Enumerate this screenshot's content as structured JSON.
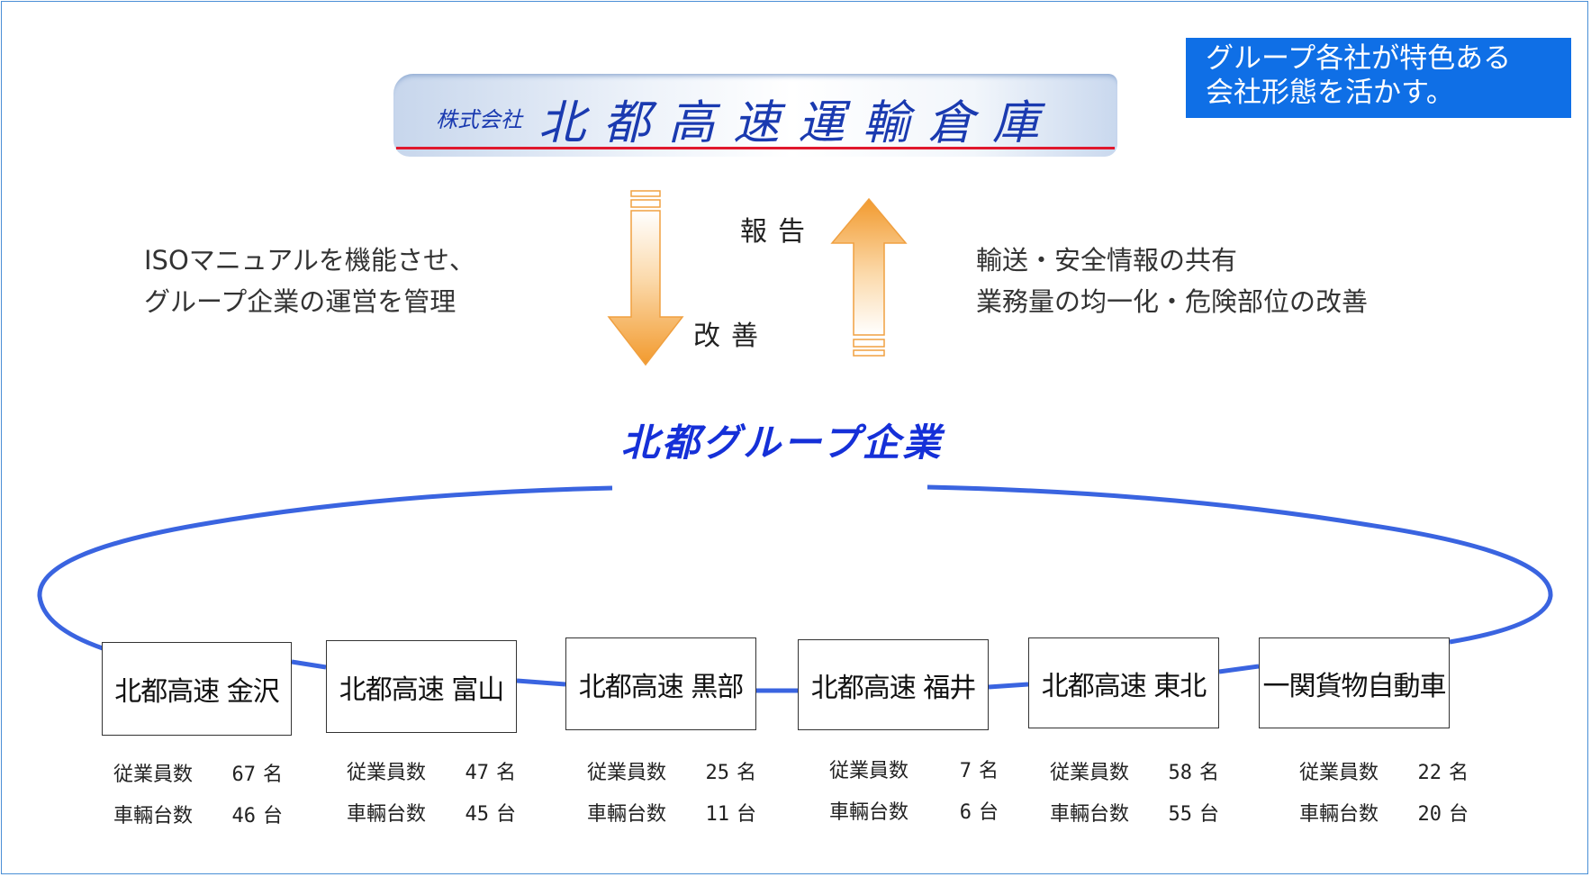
{
  "callout": {
    "line1": "グループ各社が特色ある",
    "line2": "会社形態を活かす。",
    "color": "#0f6fe6"
  },
  "headquarters": {
    "prefix": "株式会社",
    "name": "北都高速運輸倉庫",
    "accent_line_color": "#e0182d"
  },
  "flow": {
    "report_label": "報告",
    "improve_label": "改善",
    "arrow_color": "#f29a2e"
  },
  "left_text": {
    "line1": "ISOマニュアルを機能させ、",
    "line2": "グループ企業の運営を管理"
  },
  "right_text": {
    "line1": "輸送・安全情報の共有",
    "line2": "業務量の均一化・危険部位の改善"
  },
  "group_title": "北都グループ企業",
  "ring_color": "#3a64e0",
  "companies": [
    {
      "name": "北都高速 金沢",
      "employees_label": "従業員数",
      "employees": "67",
      "employees_unit": "名",
      "vehicles_label": "車輛台数",
      "vehicles": "46",
      "vehicles_unit": "台"
    },
    {
      "name": "北都高速 富山",
      "employees_label": "従業員数",
      "employees": "47",
      "employees_unit": "名",
      "vehicles_label": "車輛台数",
      "vehicles": "45",
      "vehicles_unit": "台"
    },
    {
      "name": "北都高速 黒部",
      "employees_label": "従業員数",
      "employees": "25",
      "employees_unit": "名",
      "vehicles_label": "車輛台数",
      "vehicles": "11",
      "vehicles_unit": "台"
    },
    {
      "name": "北都高速 福井",
      "employees_label": "従業員数",
      "employees": "7",
      "employees_unit": "名",
      "vehicles_label": "車輛台数",
      "vehicles": "6",
      "vehicles_unit": "台"
    },
    {
      "name": "北都高速 東北",
      "employees_label": "従業員数",
      "employees": "58",
      "employees_unit": "名",
      "vehicles_label": "車輛台数",
      "vehicles": "55",
      "vehicles_unit": "台"
    },
    {
      "name": "一関貨物自動車",
      "employees_label": "従業員数",
      "employees": "22",
      "employees_unit": "名",
      "vehicles_label": "車輛台数",
      "vehicles": "20",
      "vehicles_unit": "台"
    }
  ]
}
